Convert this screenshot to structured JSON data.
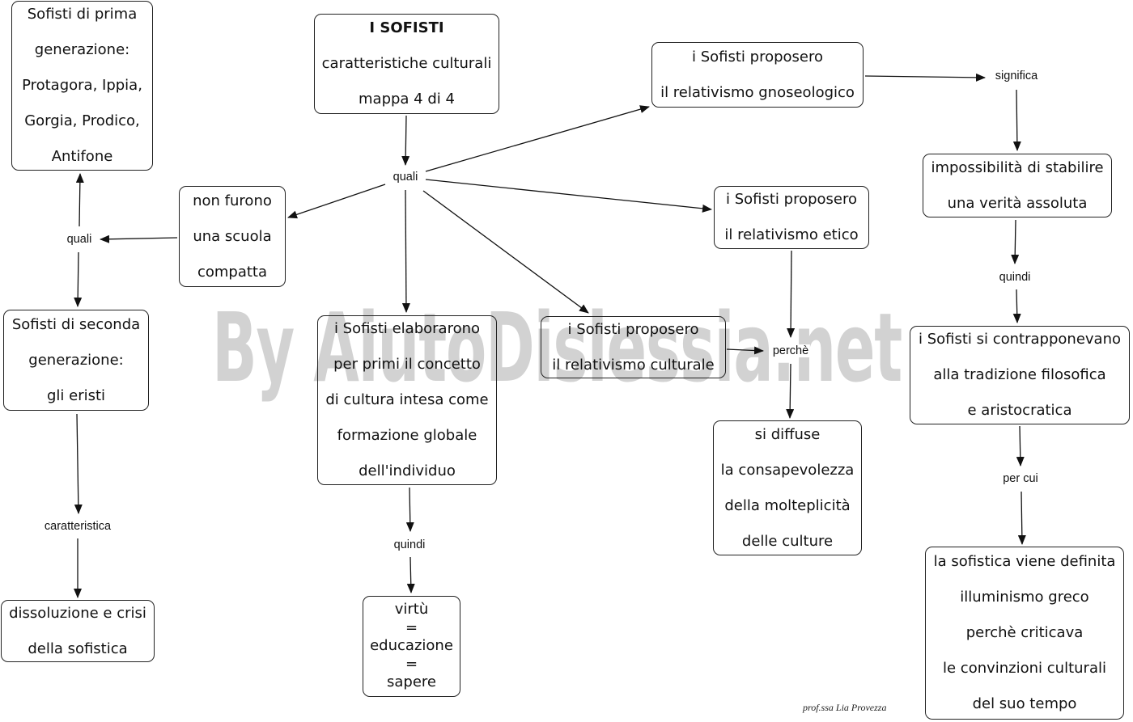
{
  "watermark": "By AiutoDislessia.net",
  "signature": "prof.ssa Lia Provezza",
  "nodes": {
    "title": [
      "I SOFISTI",
      "caratteristiche culturali",
      "mappa 4 di 4"
    ],
    "prima_gen": [
      "Sofisti di prima",
      "generazione:",
      "Protagora, Ippia,",
      "Gorgia, Prodico,",
      "Antifone"
    ],
    "non_scuola": [
      "non furono",
      "una scuola",
      "compatta"
    ],
    "seconda_gen": [
      "Sofisti di seconda",
      "generazione:",
      "gli eristi"
    ],
    "dissoluzione": [
      "dissoluzione e crisi",
      "della sofistica"
    ],
    "concetto_cultura": [
      "i Sofisti elaborarono",
      "per primi il concetto",
      "di cultura intesa come",
      "formazione globale",
      "dell'individuo"
    ],
    "virtu": [
      "virtù",
      "=",
      "educazione",
      "=",
      "sapere"
    ],
    "rel_culturale": [
      "i Sofisti proposero",
      "il relativismo culturale"
    ],
    "rel_gnoseologico": [
      "i Sofisti proposero",
      "il relativismo gnoseologico"
    ],
    "rel_etico": [
      "i Sofisti proposero",
      "il relativismo etico"
    ],
    "molteplicita": [
      "si diffuse",
      "la consapevolezza",
      "della molteplicità",
      "delle culture"
    ],
    "impossibilita": [
      "impossibilità di stabilire",
      "una verità assoluta"
    ],
    "contrapponevano": [
      "i Sofisti si contrapponevano",
      "alla tradizione filosofica",
      "e aristocratica"
    ],
    "illuminismo": [
      "la sofistica viene definita",
      "illuminismo greco",
      "perchè criticava",
      "le convinzioni culturali",
      "del suo tempo"
    ]
  },
  "labels": {
    "quali_main": "quali",
    "quali_left": "quali",
    "caratteristica": "caratteristica",
    "quindi_virtu": "quindi",
    "perche": "perchè",
    "significa": "significa",
    "quindi_right": "quindi",
    "per_cui": "per cui"
  }
}
